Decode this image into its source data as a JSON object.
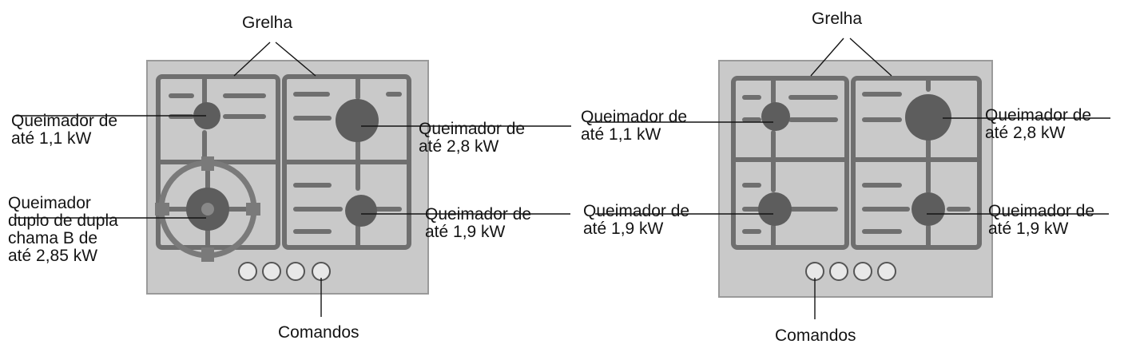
{
  "colors": {
    "panel": "#c9c9c9",
    "panel_edge": "#9a9a9a",
    "grate": "#6f6f6f",
    "grate_light": "#8a8a8a",
    "burner": "#5d5d5d",
    "knob": "#e8e8e8",
    "text": "#141414"
  },
  "diagrams": [
    {
      "grate_label": "Grelha",
      "controls_label": "Comandos",
      "burners": [
        {
          "lines": [
            "Queimador de",
            "até 1,1 kW"
          ]
        },
        {
          "lines": [
            "Queimador de",
            "até 2,8 kW"
          ]
        },
        {
          "lines": [
            "Queimador",
            "duplo de dupla",
            "chama B de",
            "até 2,85 kW"
          ]
        },
        {
          "lines": [
            "Queimador de",
            "até 1,9 kW"
          ]
        }
      ]
    },
    {
      "grate_label": "Grelha",
      "controls_label": "Comandos",
      "burners": [
        {
          "lines": [
            "Queimador de",
            "até 1,1 kW"
          ]
        },
        {
          "lines": [
            "Queimador de",
            "até 2,8 kW"
          ]
        },
        {
          "lines": [
            "Queimador de",
            "até 1,9 kW"
          ]
        },
        {
          "lines": [
            "Queimador de",
            "até 1,9 kW"
          ]
        }
      ]
    }
  ]
}
